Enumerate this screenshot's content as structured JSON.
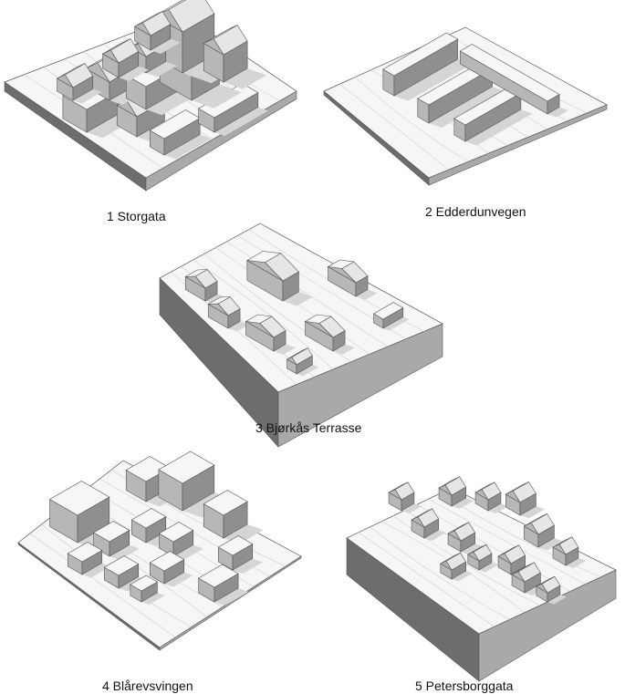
{
  "figure": {
    "panels": [
      {
        "number": "1",
        "caption": "1 Storgata",
        "name": "Storgata"
      },
      {
        "number": "2",
        "caption": "2 Edderdunvegen",
        "name": "Edderdunvegen"
      },
      {
        "number": "3",
        "caption": "3 Bjørkås Terrasse",
        "name": "Bjørkås Terrasse"
      },
      {
        "number": "4",
        "caption": "4 Blårevsvingen",
        "name": "Blårevsvingen"
      },
      {
        "number": "5",
        "caption": "5 Petersborggata",
        "name": "Petersborggata"
      }
    ]
  },
  "colors": {
    "top": "#f6f6f6",
    "roof": "#e6e6e6",
    "left_face": "#b7b7b7",
    "right_face": "#8f8f8f",
    "shadow": "#d5d5d5",
    "terrain_side": "#a9a9a9",
    "terrain_dark": "#6d6d6d",
    "contour": "#cfcfcf",
    "outline": "#555555"
  }
}
